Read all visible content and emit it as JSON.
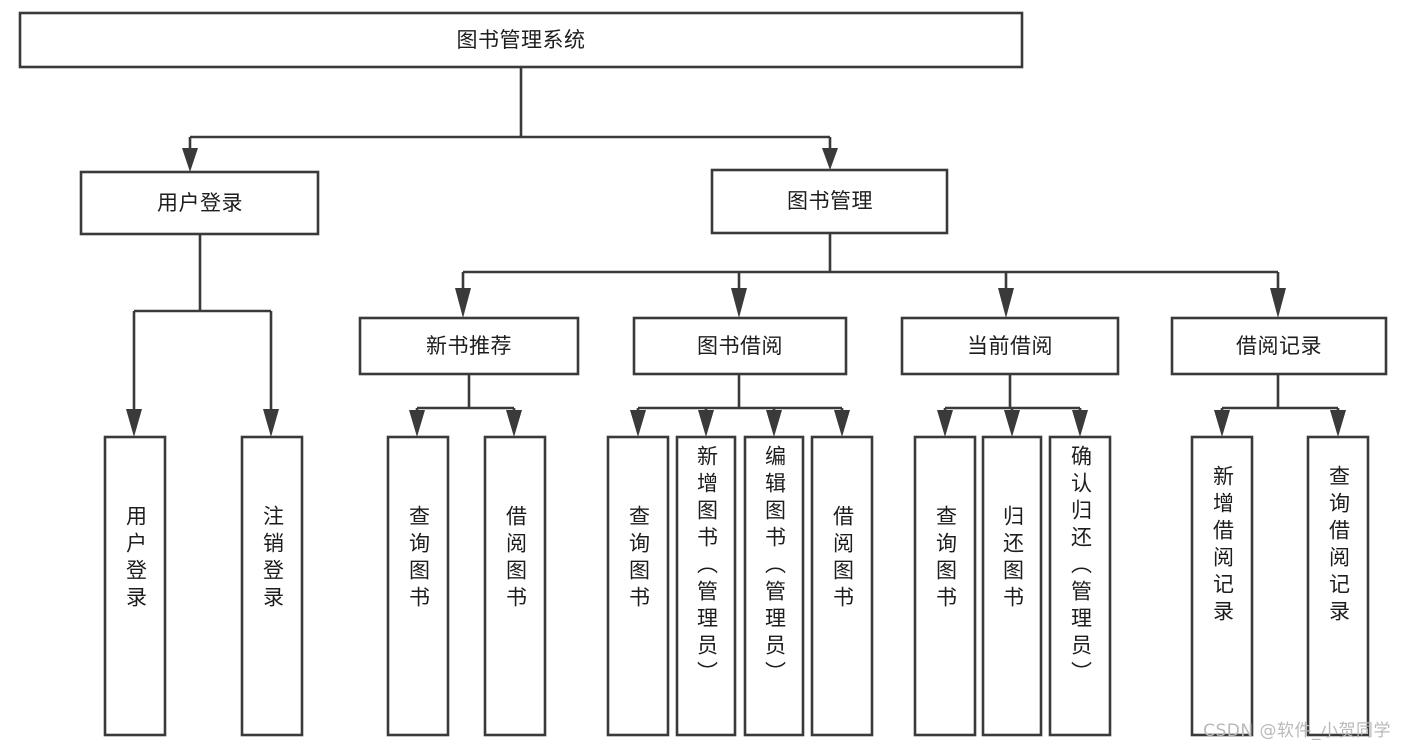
{
  "diagram": {
    "title_node": {
      "label": "图书管理系统"
    },
    "level2": [
      {
        "id": "user-login",
        "label": "用户登录"
      },
      {
        "id": "book-management",
        "label": "图书管理"
      }
    ],
    "level3": [
      {
        "id": "new-book-recommend",
        "label": "新书推荐",
        "parent": "book-management"
      },
      {
        "id": "book-borrow",
        "label": "图书借阅",
        "parent": "book-management"
      },
      {
        "id": "current-borrow",
        "label": "当前借阅",
        "parent": "book-management"
      },
      {
        "id": "borrow-record",
        "label": "借阅记录",
        "parent": "book-management"
      }
    ],
    "leaves": [
      {
        "id": "leaf-user-login",
        "label": "用户登录",
        "parent": "user-login"
      },
      {
        "id": "leaf-logout",
        "label": "注销登录",
        "parent": "user-login"
      },
      {
        "id": "leaf-query-book-1",
        "label": "查询图书",
        "parent": "new-book-recommend"
      },
      {
        "id": "leaf-borrow-book-1",
        "label": "借阅图书",
        "parent": "new-book-recommend"
      },
      {
        "id": "leaf-query-book-2",
        "label": "查询图书",
        "parent": "book-borrow"
      },
      {
        "id": "leaf-add-book",
        "label": "新增图书（管理员）",
        "parent": "book-borrow"
      },
      {
        "id": "leaf-edit-book",
        "label": "编辑图书（管理员）",
        "parent": "book-borrow"
      },
      {
        "id": "leaf-borrow-book-2",
        "label": "借阅图书",
        "parent": "book-borrow"
      },
      {
        "id": "leaf-query-book-3",
        "label": "查询图书",
        "parent": "current-borrow"
      },
      {
        "id": "leaf-return-book",
        "label": "归还图书",
        "parent": "current-borrow"
      },
      {
        "id": "leaf-confirm-return",
        "label": "确认归还（管理员）",
        "parent": "current-borrow"
      },
      {
        "id": "leaf-add-record",
        "label": "新增借阅记录",
        "parent": "borrow-record"
      },
      {
        "id": "leaf-query-record",
        "label": "查询借阅记录",
        "parent": "borrow-record"
      }
    ],
    "watermark": "CSDN @软件_小贺同学",
    "colors": {
      "stroke": "#3a3a3a",
      "fill": "#ffffff",
      "text": "#1d1d1d",
      "watermark": "#b9b9b9"
    }
  }
}
